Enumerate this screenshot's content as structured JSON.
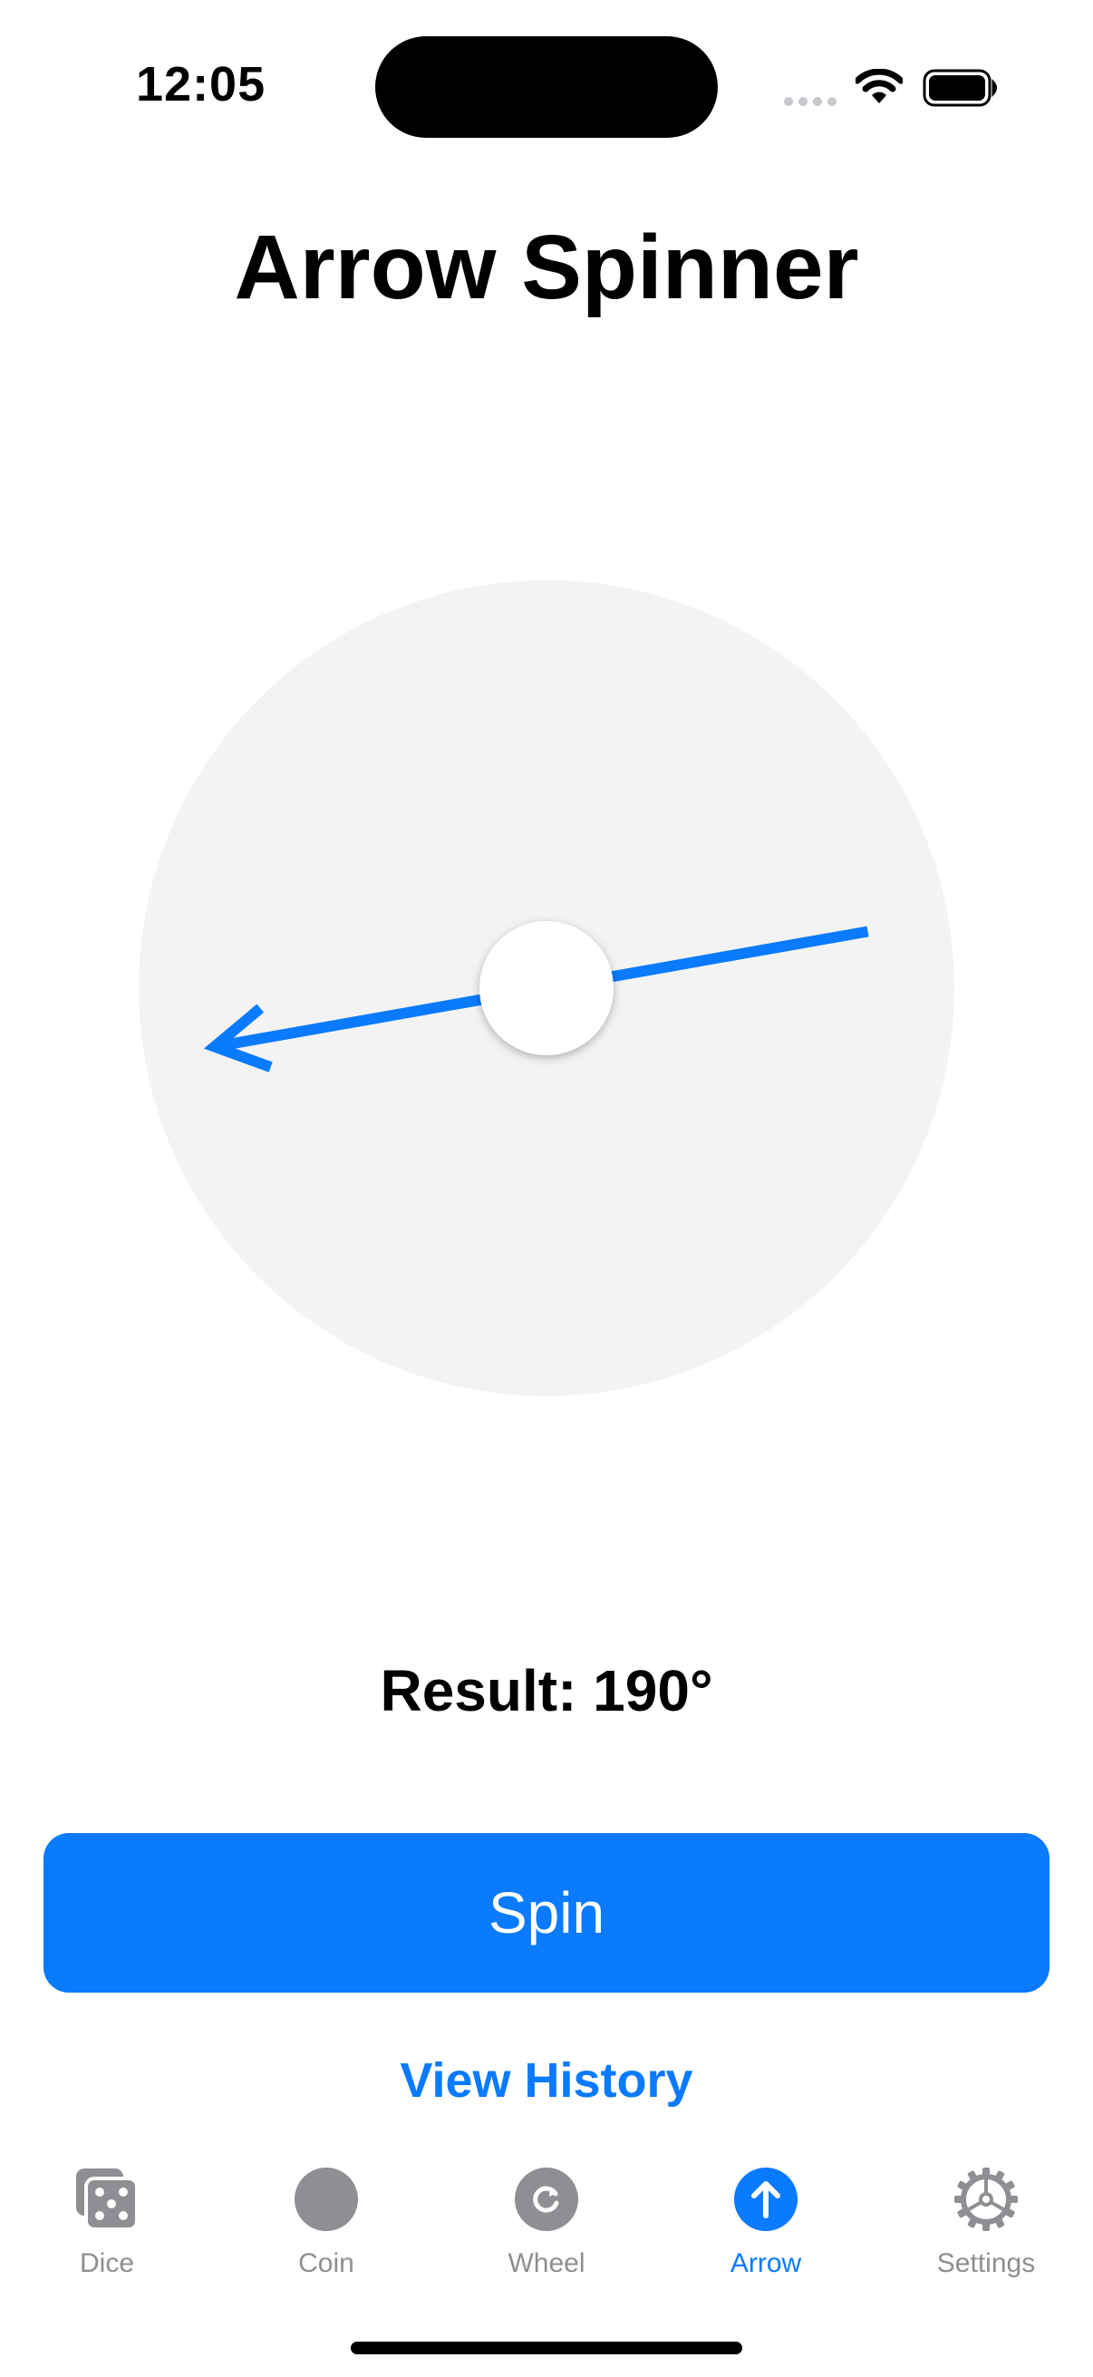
{
  "status_bar": {
    "time": "12:05"
  },
  "page": {
    "title": "Arrow Spinner"
  },
  "spinner": {
    "angle_degrees": 190,
    "dial_color": "#F3F3F3",
    "arrow_color": "#0A7AFF",
    "hub_color": "#FFFFFF"
  },
  "result": {
    "label": "Result: 190°"
  },
  "actions": {
    "spin_label": "Spin",
    "history_label": "View History"
  },
  "tab_bar": {
    "active_color": "#0A7AFF",
    "inactive_color": "#8E8E93",
    "tabs": [
      {
        "label": "Dice",
        "icon": "dice-icon",
        "active": false
      },
      {
        "label": "Coin",
        "icon": "coin-icon",
        "active": false
      },
      {
        "label": "Wheel",
        "icon": "wheel-icon",
        "active": false
      },
      {
        "label": "Arrow",
        "icon": "arrow-up-icon",
        "active": true
      },
      {
        "label": "Settings",
        "icon": "gear-icon",
        "active": false
      }
    ]
  }
}
